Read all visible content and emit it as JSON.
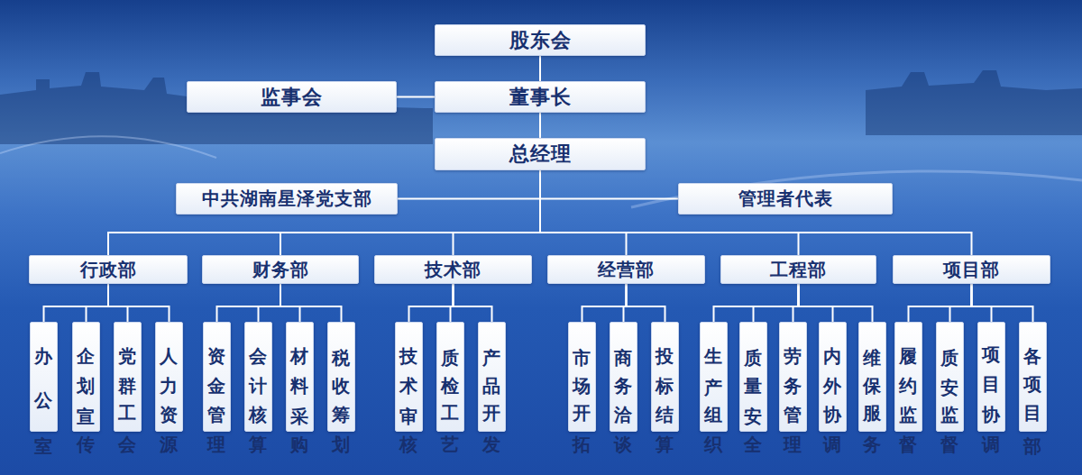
{
  "diagram": {
    "nodes": [
      {
        "text": [
          "股东会"
        ]
      },
      {
        "text": [
          "监事会"
        ]
      },
      {
        "text": [
          "董事长"
        ]
      },
      {
        "text": [
          "总经理"
        ]
      },
      {
        "text": [
          "中共湖南星泽党支部"
        ]
      },
      {
        "text": [
          "管理者代表"
        ]
      },
      {
        "text": [
          "行政部"
        ]
      },
      {
        "text": [
          "财务部"
        ]
      },
      {
        "text": [
          "技术部"
        ]
      },
      {
        "text": [
          "经营部"
        ]
      },
      {
        "text": [
          "工程部"
        ]
      },
      {
        "text": [
          "项目部"
        ]
      },
      {
        "text": [
          "办公室"
        ]
      },
      {
        "text": [
          "企划宣传"
        ]
      },
      {
        "text": [
          "党群工会"
        ]
      },
      {
        "text": [
          "人力资源"
        ]
      },
      {
        "text": [
          "资金管理"
        ]
      },
      {
        "text": [
          "会计核算"
        ]
      },
      {
        "text": [
          "材料采购"
        ]
      },
      {
        "text": [
          "税收筹划"
        ]
      },
      {
        "text": [
          "技术审核"
        ]
      },
      {
        "text": [
          "质检工艺"
        ]
      },
      {
        "text": [
          "产品开发"
        ]
      },
      {
        "text": [
          "市场开拓"
        ]
      },
      {
        "text": [
          "商务洽谈"
        ]
      },
      {
        "text": [
          "投标结算"
        ]
      },
      {
        "text": [
          "生产组织"
        ]
      },
      {
        "text": [
          "质量安全"
        ]
      },
      {
        "text": [
          "劳务管理"
        ]
      },
      {
        "text": [
          "内外协调"
        ]
      },
      {
        "text": [
          "维保服务"
        ]
      },
      {
        "text": [
          "履约监督"
        ]
      },
      {
        "text": [
          "质安监督"
        ]
      },
      {
        "text": [
          "项目协调"
        ]
      },
      {
        "text": [
          "各项目部"
        ]
      }
    ],
    "edges": [
      {
        "from": 0,
        "to": 2,
        "arrow": "none"
      },
      {
        "from": 1,
        "to": 2,
        "arrow": "none"
      },
      {
        "from": 2,
        "to": 3,
        "arrow": "none"
      },
      {
        "from": 3,
        "to": 4,
        "arrow": "none"
      },
      {
        "from": 3,
        "to": 5,
        "arrow": "none"
      },
      {
        "from": 3,
        "to": 6,
        "arrow": "none"
      },
      {
        "from": 3,
        "to": 7,
        "arrow": "none"
      },
      {
        "from": 3,
        "to": 8,
        "arrow": "none"
      },
      {
        "from": 3,
        "to": 9,
        "arrow": "none"
      },
      {
        "from": 3,
        "to": 10,
        "arrow": "none"
      },
      {
        "from": 3,
        "to": 11,
        "arrow": "none"
      },
      {
        "from": 6,
        "to": 12,
        "arrow": "none"
      },
      {
        "from": 6,
        "to": 13,
        "arrow": "none"
      },
      {
        "from": 6,
        "to": 14,
        "arrow": "none"
      },
      {
        "from": 6,
        "to": 15,
        "arrow": "none"
      },
      {
        "from": 7,
        "to": 16,
        "arrow": "none"
      },
      {
        "from": 7,
        "to": 17,
        "arrow": "none"
      },
      {
        "from": 7,
        "to": 18,
        "arrow": "none"
      },
      {
        "from": 7,
        "to": 19,
        "arrow": "none"
      },
      {
        "from": 8,
        "to": 20,
        "arrow": "none"
      },
      {
        "from": 8,
        "to": 21,
        "arrow": "none"
      },
      {
        "from": 8,
        "to": 22,
        "arrow": "none"
      },
      {
        "from": 9,
        "to": 23,
        "arrow": "none"
      },
      {
        "from": 9,
        "to": 24,
        "arrow": "none"
      },
      {
        "from": 9,
        "to": 25,
        "arrow": "none"
      },
      {
        "from": 10,
        "to": 26,
        "arrow": "none"
      },
      {
        "from": 10,
        "to": 27,
        "arrow": "none"
      },
      {
        "from": 10,
        "to": 28,
        "arrow": "none"
      },
      {
        "from": 10,
        "to": 29,
        "arrow": "none"
      },
      {
        "from": 10,
        "to": 30,
        "arrow": "none"
      },
      {
        "from": 11,
        "to": 31,
        "arrow": "none"
      },
      {
        "from": 11,
        "to": 32,
        "arrow": "none"
      },
      {
        "from": 11,
        "to": 33,
        "arrow": "none"
      },
      {
        "from": 11,
        "to": 34,
        "arrow": "none"
      }
    ]
  }
}
